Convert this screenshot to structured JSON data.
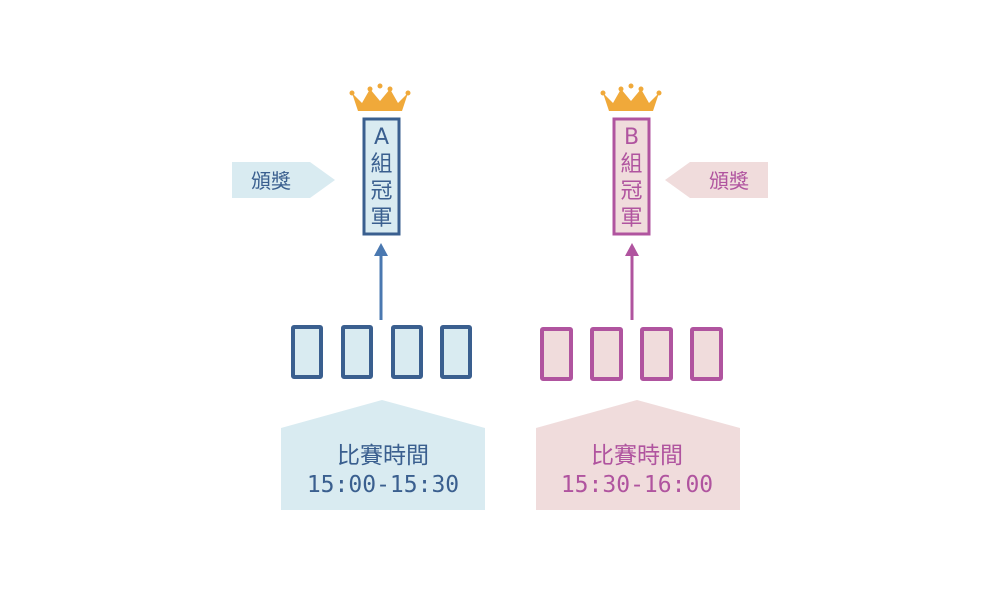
{
  "colors": {
    "blue": "#3a5f8f",
    "blue_light": "#d9ebf1",
    "magenta": "#b0549f",
    "pink_light": "#f0dcdc",
    "gold": "#f0a93a"
  },
  "groups": [
    {
      "title_chars": [
        "A",
        "組",
        "冠",
        "軍"
      ],
      "award_label": "頒獎",
      "time_label": "比賽時間",
      "time_value": "15:00-15:30"
    },
    {
      "title_chars": [
        "B",
        "組",
        "冠",
        "軍"
      ],
      "award_label": "頒獎",
      "time_label": "比賽時間",
      "time_value": "15:30-16:00"
    }
  ]
}
